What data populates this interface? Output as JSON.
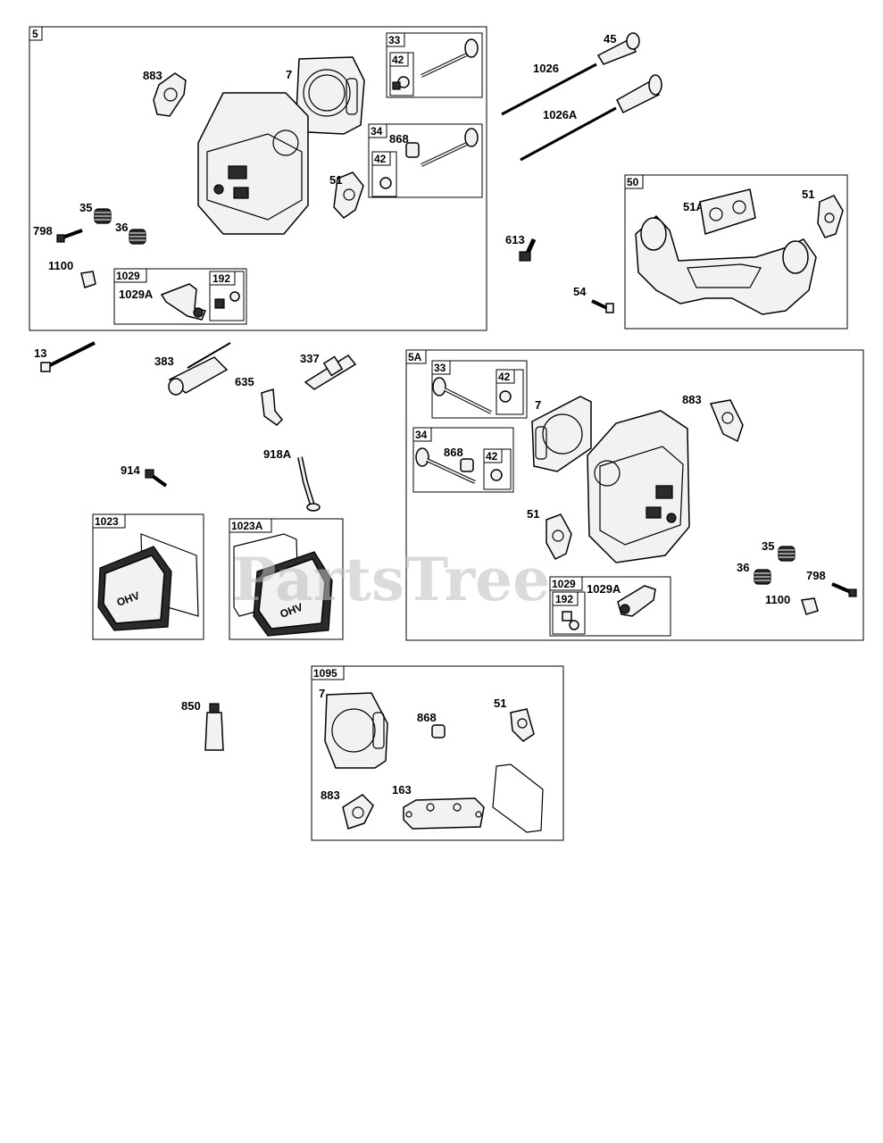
{
  "watermark": "PartsTree",
  "groups": {
    "g5": "5",
    "g33a": "33",
    "g42a": "42",
    "g34a": "34",
    "g42b": "42",
    "g1029a": "1029",
    "g192a": "192",
    "g50": "50",
    "g5A": "5A",
    "g33b": "33",
    "g42c": "42",
    "g34b": "34",
    "g42d": "42",
    "g1029b": "1029",
    "g192b": "192",
    "g1023": "1023",
    "g1023A": "1023A",
    "g1095": "1095"
  },
  "parts": {
    "p883a": "883",
    "p7a": "7",
    "p868a": "868",
    "p51a": "51",
    "p35a": "35",
    "p798a": "798",
    "p36a": "36",
    "p1100a": "1100",
    "p1029Aa": "1029A",
    "p45": "45",
    "p1026": "1026",
    "p1026A": "1026A",
    "p51Aa": "51A",
    "p51b": "51",
    "p613": "613",
    "p54": "54",
    "p13": "13",
    "p383": "383",
    "p337": "337",
    "p635": "635",
    "p914": "914",
    "p918A": "918A",
    "p7b": "7",
    "p883b": "883",
    "p868b": "868",
    "p51c": "51",
    "p1029Ab": "1029A",
    "p35b": "35",
    "p36b": "36",
    "p798b": "798",
    "p1100b": "1100",
    "p850": "850",
    "p7c": "7",
    "p868c": "868",
    "p51d": "51",
    "p883c": "883",
    "p163": "163"
  },
  "cover_text": "OHV"
}
